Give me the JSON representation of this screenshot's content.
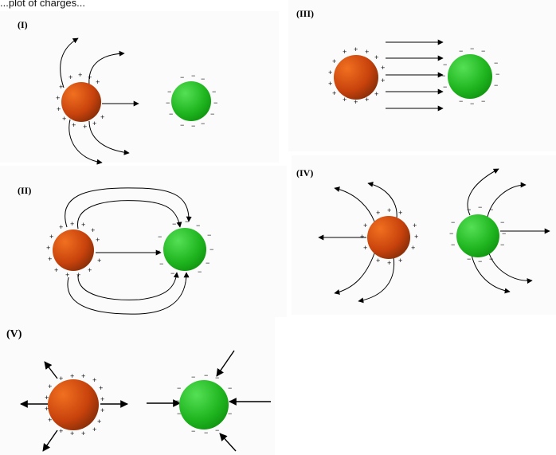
{
  "header_text": "...plot of charges...",
  "panels": [
    {
      "id": "I",
      "label": "(I)",
      "type": "source-and-sink-unequal"
    },
    {
      "id": "II",
      "label": "(II)",
      "type": "dipole"
    },
    {
      "id": "III",
      "label": "(III)",
      "type": "uniform-field"
    },
    {
      "id": "IV",
      "label": "(IV)",
      "type": "both-outward"
    },
    {
      "id": "V",
      "label": "(V)",
      "type": "radial"
    }
  ],
  "charge_colors": {
    "positive": "#c8420c",
    "negative": "#1fb51f"
  },
  "signs": {
    "positive": "+",
    "negative": "−"
  }
}
